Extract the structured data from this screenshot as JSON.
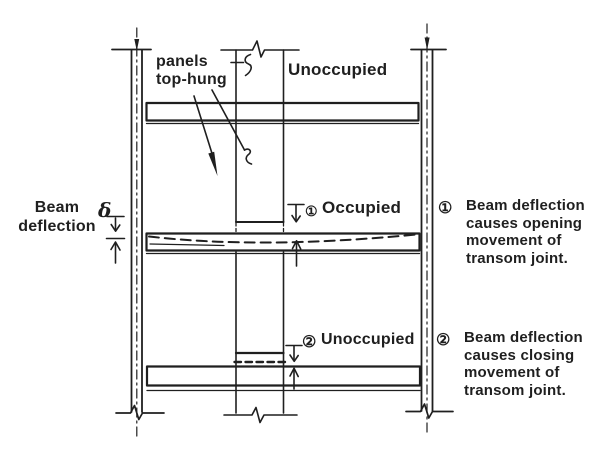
{
  "page": {
    "background": "#ffffff",
    "ink": "#1f1f1f"
  },
  "diagram": {
    "panel_note": "panels\ntop-hung",
    "zone_top": "Unoccupied",
    "zone_middle": "Occupied",
    "zone_bottom": "Unoccupied",
    "beam_deflection_label": "Beam\ndeflection",
    "delta_symbol": "δ",
    "joint1_marker": "①",
    "joint2_marker": "②",
    "notes": [
      {
        "marker": "①",
        "text": "Beam deflection\ncauses opening\nmovement of\ntransom joint."
      },
      {
        "marker": "②",
        "text": "Beam deflection\ncauses closing\nmovement of\ntransom joint."
      }
    ]
  }
}
